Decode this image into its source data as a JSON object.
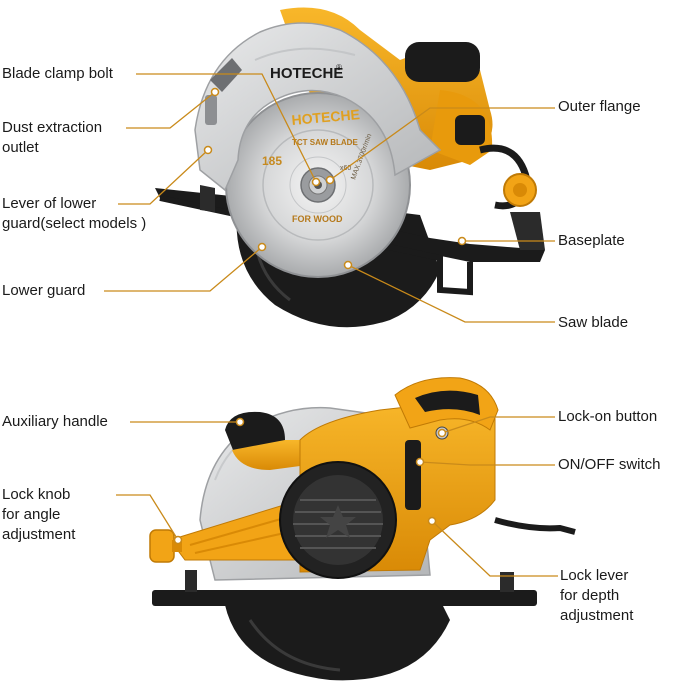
{
  "brand": {
    "name": "HOTECHE",
    "registered": "®"
  },
  "blade": {
    "type_text": "TCT SAW BLADE",
    "use_text": "FOR WOOD",
    "rpm_text": "MAX.3700r/min",
    "teeth_text": "x60",
    "size_text": "185"
  },
  "labels": {
    "blade_clamp_bolt": "Blade clamp bolt",
    "dust_outlet_1": "Dust extraction",
    "dust_outlet_2": "outlet",
    "lower_guard_lever_1": "Lever of lower",
    "lower_guard_lever_2": "guard(select models )",
    "lower_guard": "Lower guard",
    "outer_flange": "Outer flange",
    "baseplate": "Baseplate",
    "saw_blade": "Saw blade",
    "auxiliary_handle": "Auxiliary handle",
    "lock_knob_1": "Lock knob",
    "lock_knob_2": "for angle",
    "lock_knob_3": "adjustment",
    "lock_on_button": "Lock-on button",
    "on_off_switch": "ON/OFF switch",
    "lock_lever_1": "Lock lever",
    "lock_lever_2": "for depth",
    "lock_lever_3": "adjustment"
  },
  "colors": {
    "body_yellow": "#f2a416",
    "body_yellow_dark": "#d98a06",
    "guard_silver": "#d9dadb",
    "guard_silver_dark": "#b7b9bb",
    "black": "#1b1b1b",
    "leader": "#c98a1a"
  }
}
